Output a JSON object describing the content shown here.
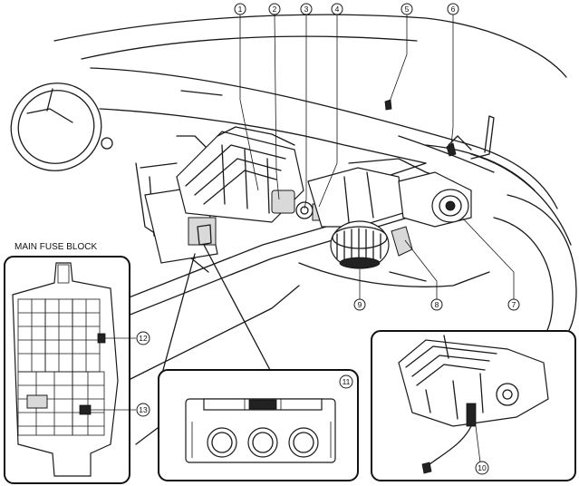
{
  "main_fuse_block_label": "MAIN FUSE BLOCK",
  "callouts": [
    {
      "id": "c1",
      "label": "1"
    },
    {
      "id": "c2",
      "label": "2"
    },
    {
      "id": "c3",
      "label": "3"
    },
    {
      "id": "c4",
      "label": "4"
    },
    {
      "id": "c5",
      "label": "5"
    },
    {
      "id": "c6",
      "label": "6"
    },
    {
      "id": "c7",
      "label": "7"
    },
    {
      "id": "c8",
      "label": "8"
    },
    {
      "id": "c9",
      "label": "9"
    },
    {
      "id": "c10",
      "label": "10"
    },
    {
      "id": "c11",
      "label": "11"
    },
    {
      "id": "c12",
      "label": "12"
    },
    {
      "id": "c13",
      "label": "13"
    }
  ]
}
